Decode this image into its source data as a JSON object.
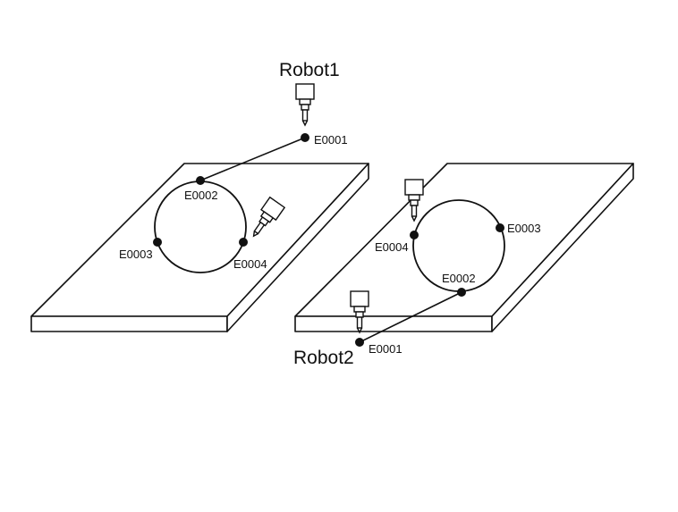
{
  "robots": [
    {
      "name": "Robot1",
      "points": [
        {
          "label": "E0001"
        },
        {
          "label": "E0002"
        },
        {
          "label": "E0003"
        },
        {
          "label": "E0004"
        }
      ]
    },
    {
      "name": "Robot2",
      "points": [
        {
          "label": "E0001"
        },
        {
          "label": "E0002"
        },
        {
          "label": "E0003"
        },
        {
          "label": "E0004"
        }
      ]
    }
  ]
}
